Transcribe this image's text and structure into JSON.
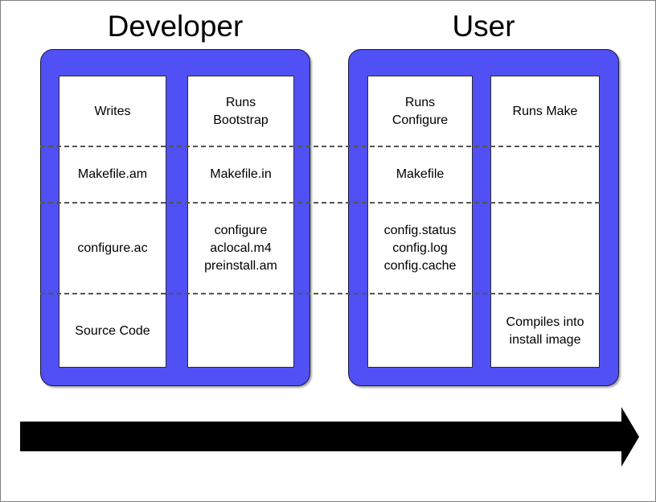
{
  "diagram": {
    "title_developer": "Developer",
    "title_user": "User",
    "accent_color": "#5050f5",
    "line_color": "#555555",
    "arrow_color": "#000000",
    "columns": [
      {
        "id": "writes",
        "group": "Developer",
        "header": "Writes",
        "cells": [
          "Writes",
          "Makefile.am",
          "configure.ac",
          "Source Code"
        ]
      },
      {
        "id": "bootstrap",
        "group": "Developer",
        "header": "Runs\nBootstrap",
        "cells": [
          "Runs\nBootstrap",
          "Makefile.in",
          "configure\naclocal.m4\npreinstall.am",
          ""
        ]
      },
      {
        "id": "configure",
        "group": "User",
        "header": "Runs\nConfigure",
        "cells": [
          "Runs\nConfigure",
          "Makefile",
          "config.status\nconfig.log\nconfig.cache",
          ""
        ]
      },
      {
        "id": "make",
        "group": "User",
        "header": "Runs Make",
        "cells": [
          "Runs Make",
          "",
          "",
          "Compiles into\ninstall image"
        ]
      }
    ],
    "flow_arrow_label": "flow-left-to-right"
  }
}
